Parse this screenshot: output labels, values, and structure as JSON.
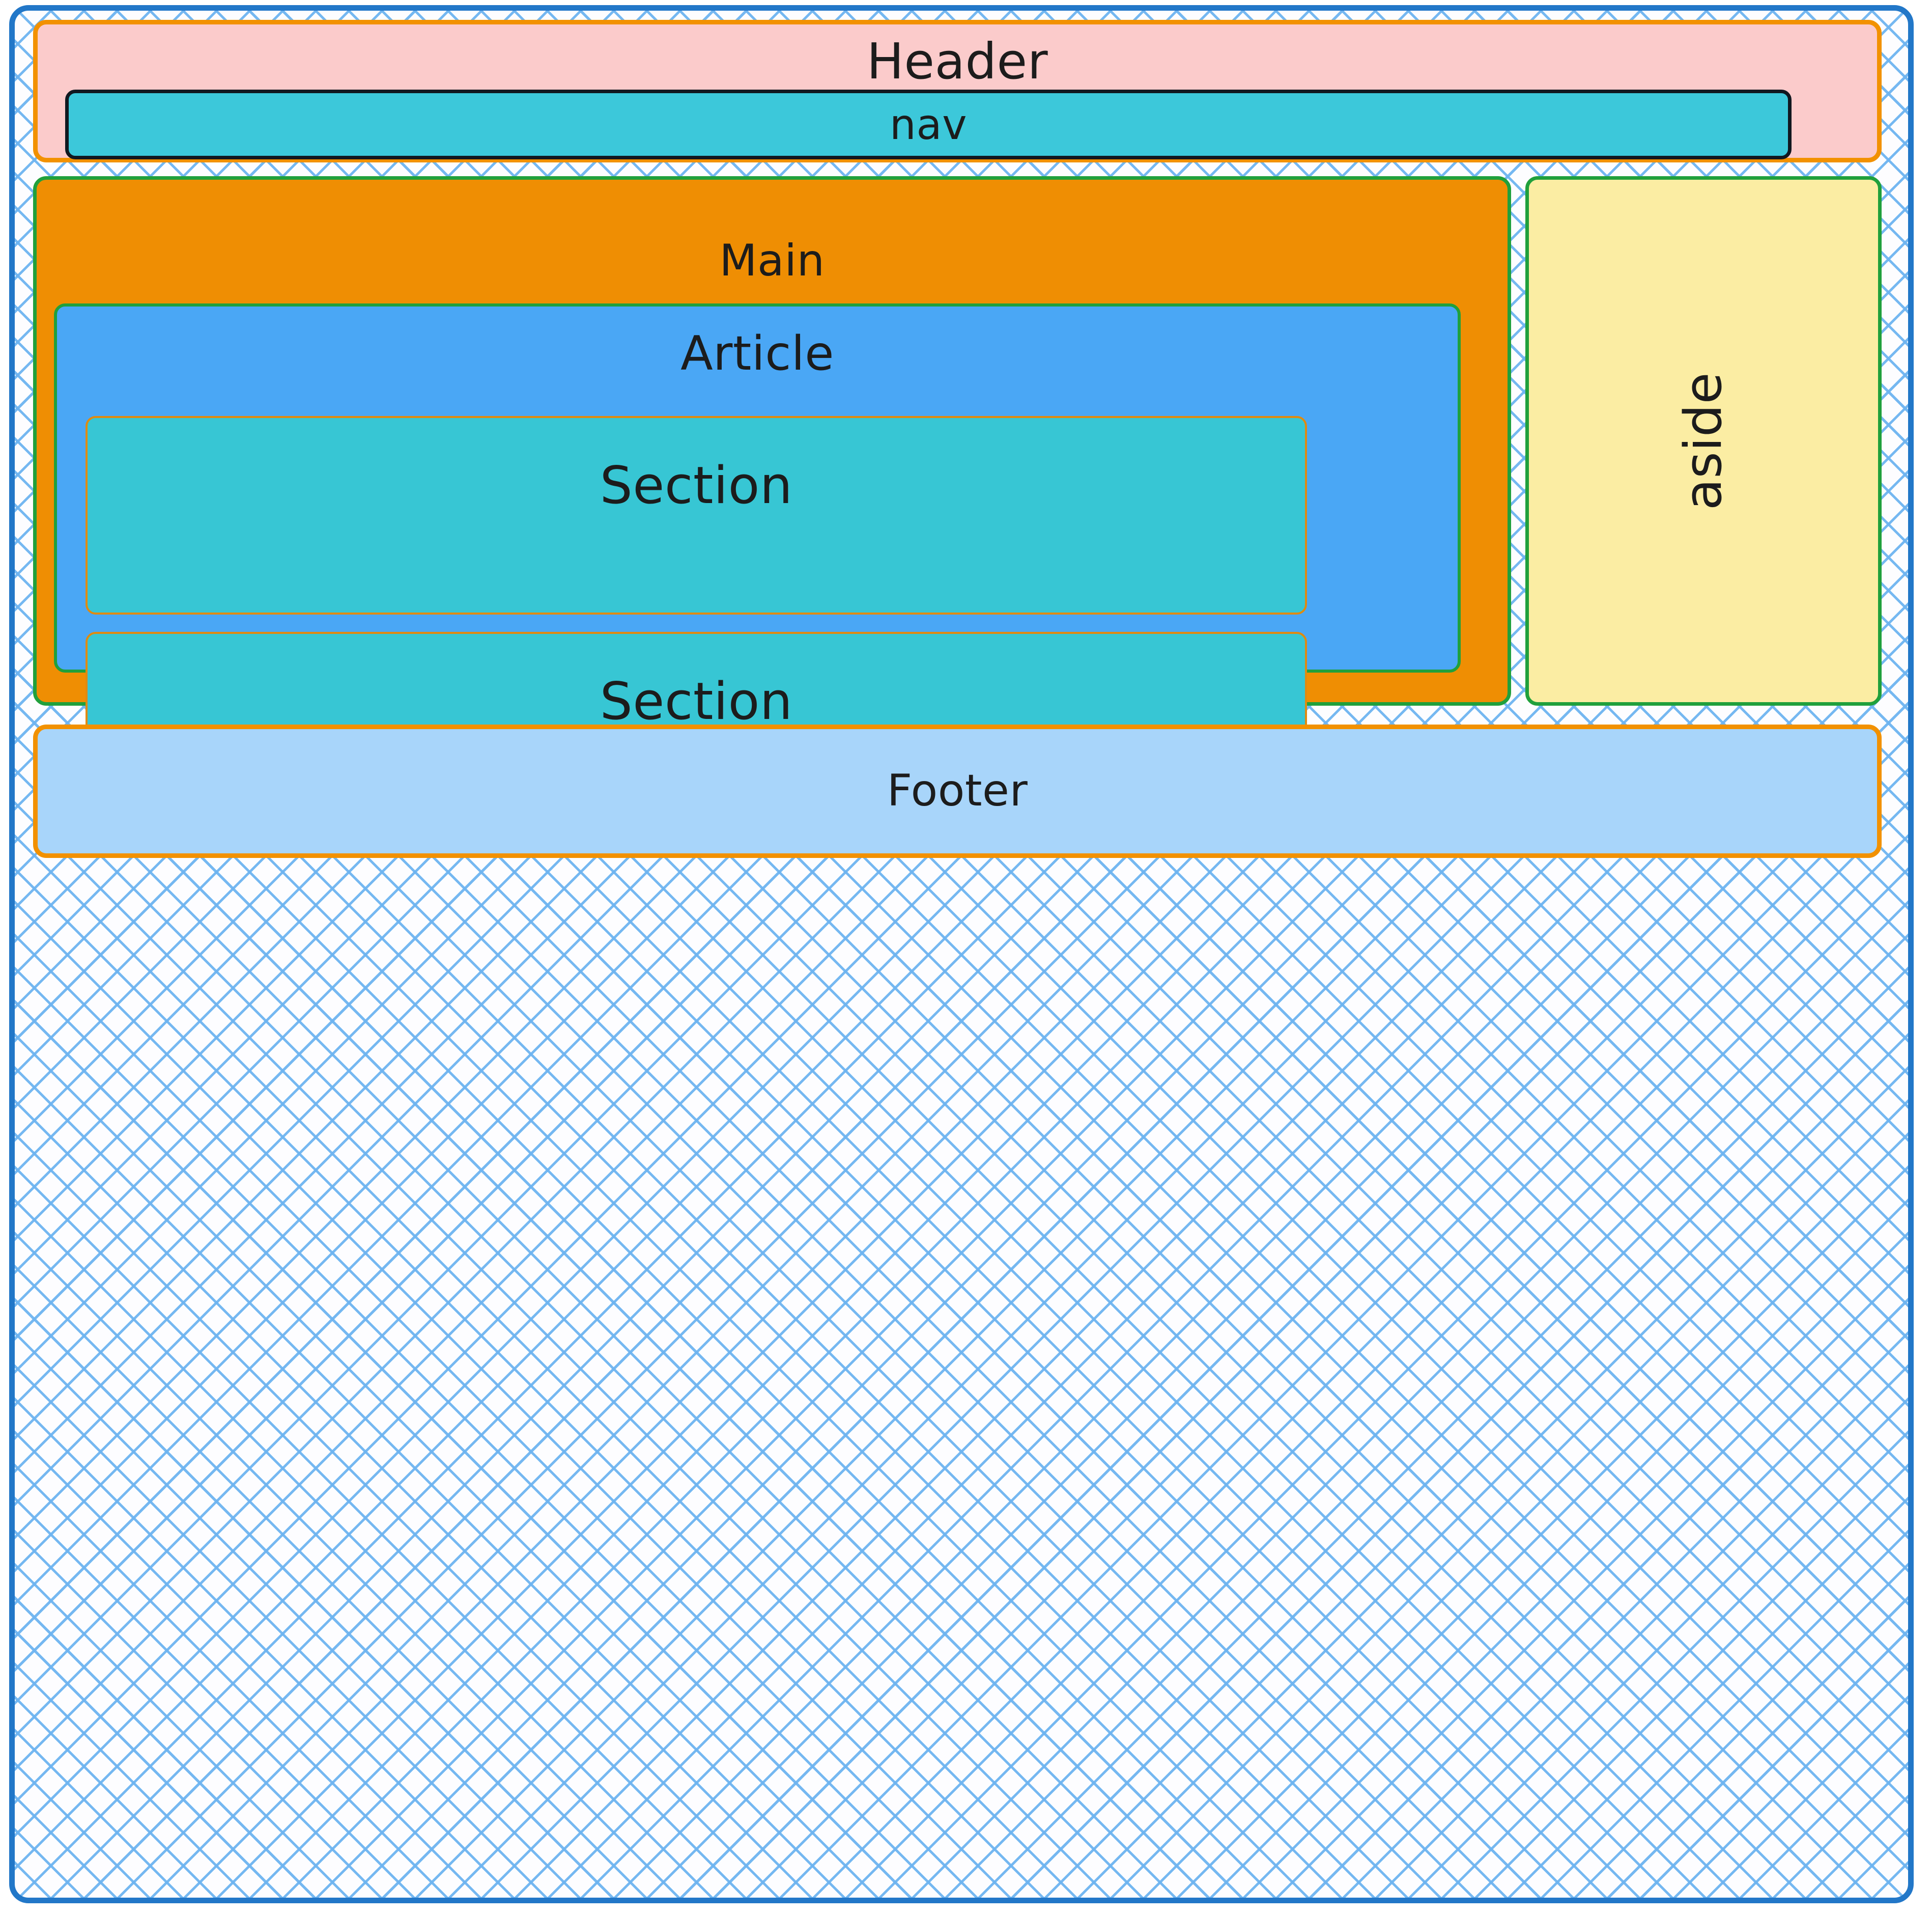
{
  "diagram": {
    "type": "html-semantic-layout-diagram",
    "title": "HTML5 semantic page layout",
    "outer_container": {
      "name": "body",
      "border_color": "#2277c8",
      "background_pattern": "blue-crosshatch"
    },
    "regions": [
      {
        "id": "header",
        "label": "Header",
        "fill": "#fbcbcb",
        "border": "#f29100",
        "text_color": "#1c1c1c",
        "orientation": "horizontal",
        "children": [
          "nav"
        ]
      },
      {
        "id": "nav",
        "label": "nav",
        "fill": "#3cc8da",
        "border": "#111820",
        "text_color": "#1c1c1c",
        "orientation": "horizontal",
        "parent": "header"
      },
      {
        "id": "main",
        "label": "Main",
        "fill": "#ef8e03",
        "border": "#20a03c",
        "text_color": "#1c1c1c",
        "orientation": "horizontal",
        "children": [
          "article"
        ]
      },
      {
        "id": "article",
        "label": "Article",
        "fill": "#4aa7f5",
        "border": "#20a03c",
        "text_color": "#1c1c1c",
        "orientation": "horizontal",
        "parent": "main",
        "children": [
          "section-1",
          "section-2"
        ]
      },
      {
        "id": "section-1",
        "label": "Section",
        "fill": "#37c6d4",
        "border": "#e08a10",
        "text_color": "#1c1c1c",
        "orientation": "horizontal",
        "parent": "article"
      },
      {
        "id": "section-2",
        "label": "Section",
        "fill": "#37c6d4",
        "border": "#e08a10",
        "text_color": "#1c1c1c",
        "orientation": "horizontal",
        "parent": "article"
      },
      {
        "id": "aside",
        "label": "aside",
        "fill": "#fbeda3",
        "border": "#20a03c",
        "text_color": "#1c1c1c",
        "orientation": "vertical-rotated-90"
      },
      {
        "id": "footer",
        "label": "Footer",
        "fill": "#a8d5fa",
        "border": "#f29100",
        "text_color": "#1c1c1c",
        "orientation": "horizontal"
      }
    ]
  }
}
